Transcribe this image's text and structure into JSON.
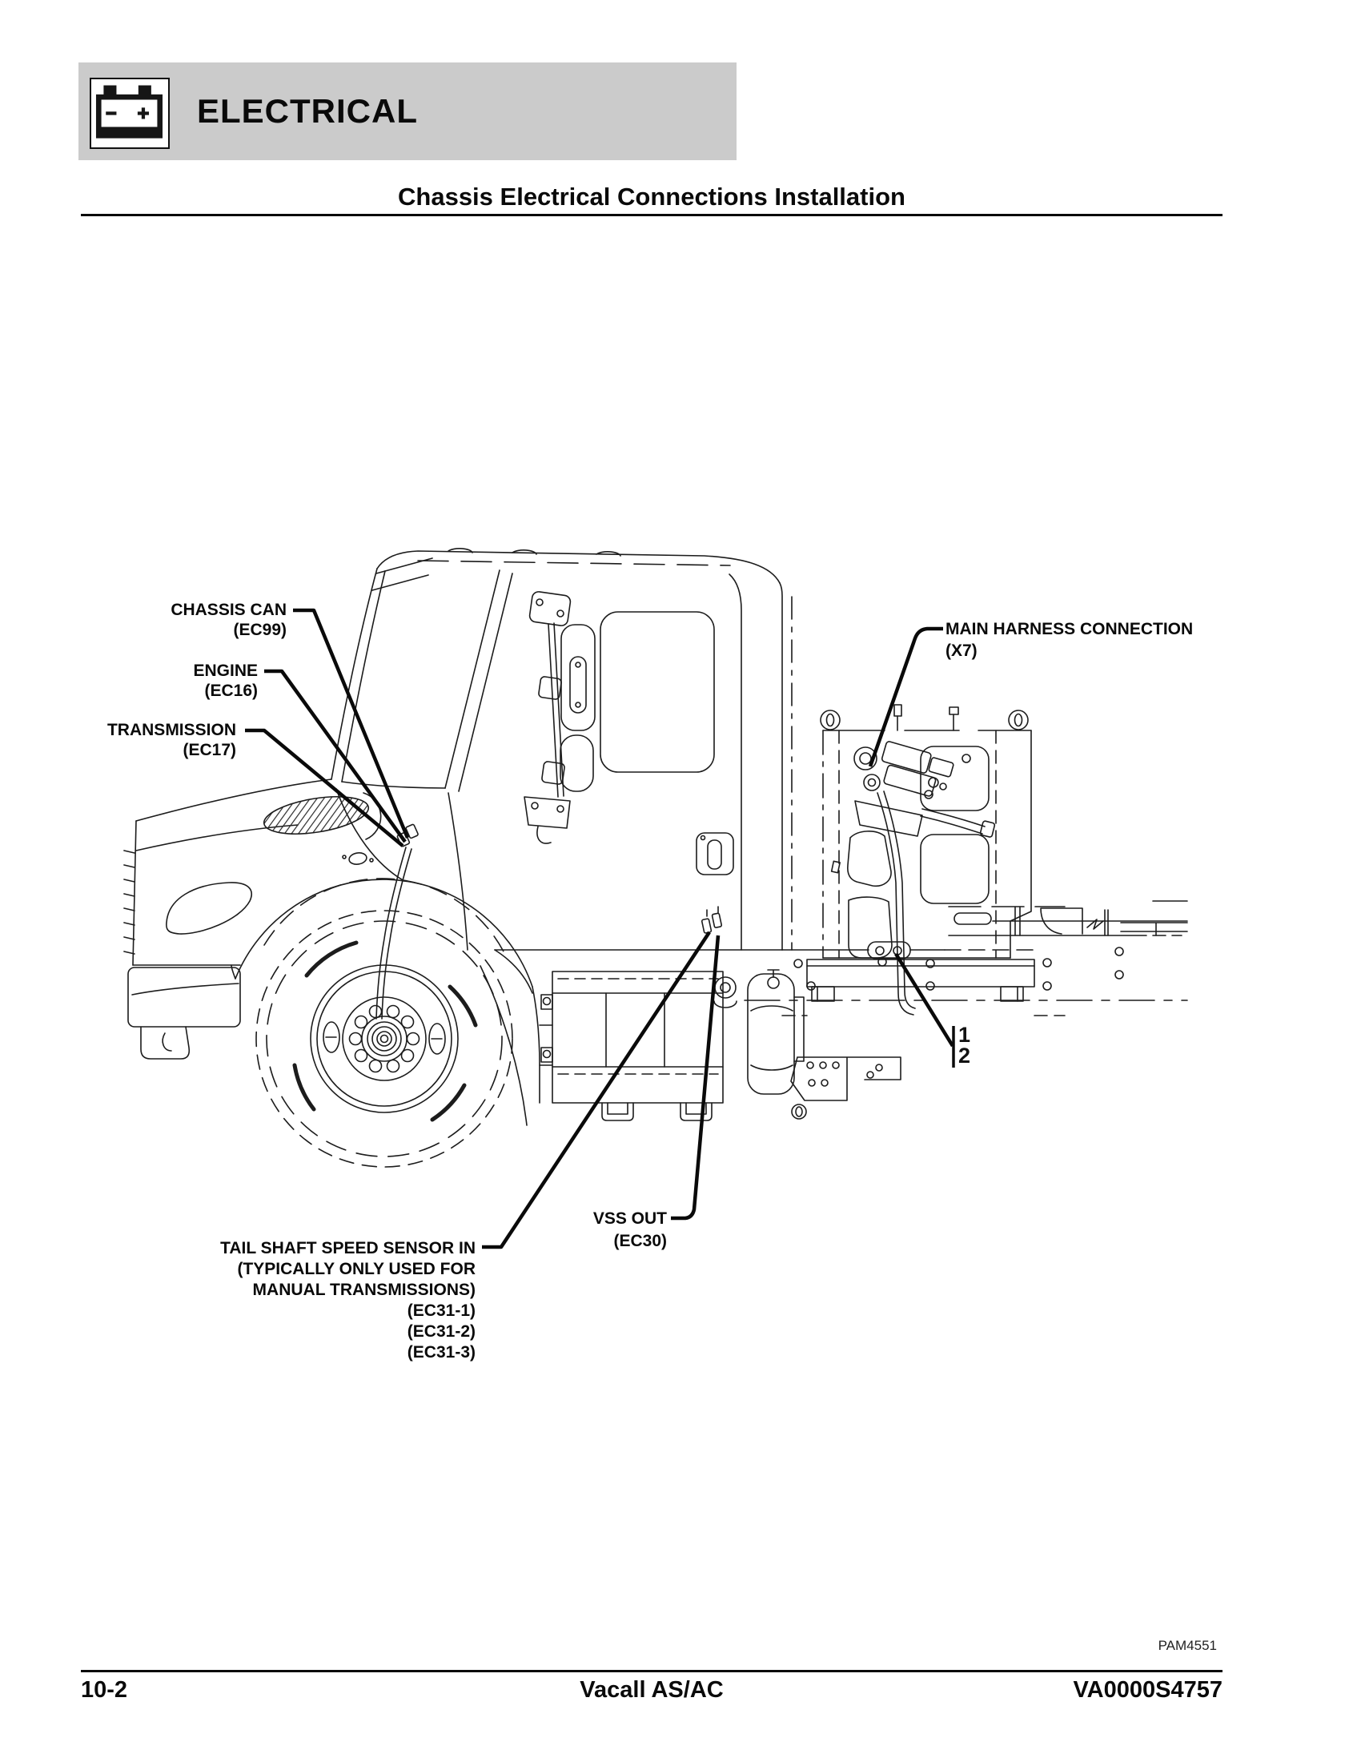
{
  "header": {
    "section": "ELECTRICAL",
    "icon": "battery-icon"
  },
  "title": "Chassis Electrical Connections Installation",
  "diagram": {
    "callouts": {
      "chassis_can": [
        "CHASSIS CAN",
        "(EC99)"
      ],
      "engine": [
        "ENGINE",
        "(EC16)"
      ],
      "transmission": [
        "TRANSMISSION",
        "(EC17)"
      ],
      "main_harness": [
        "MAIN HARNESS CONNECTION",
        "(X7)"
      ],
      "vss_out": [
        "VSS OUT",
        "(EC30)"
      ],
      "tail_shaft": [
        "TAIL SHAFT SPEED SENSOR IN",
        "(TYPICALLY ONLY USED FOR",
        "MANUAL TRANSMISSIONS)",
        "(EC31-1)",
        "(EC31-2)",
        "(EC31-3)"
      ],
      "ref_1": "1",
      "ref_2": "2"
    },
    "figure_code": "PAM4551"
  },
  "footer": {
    "page_number": "10-2",
    "product": "Vacall AS/AC",
    "doc_code": "VA0000S4757"
  },
  "colors": {
    "banner_bg": "#cbcbcb",
    "ink": "#0a0a0a",
    "line": "#1c1c1c"
  }
}
